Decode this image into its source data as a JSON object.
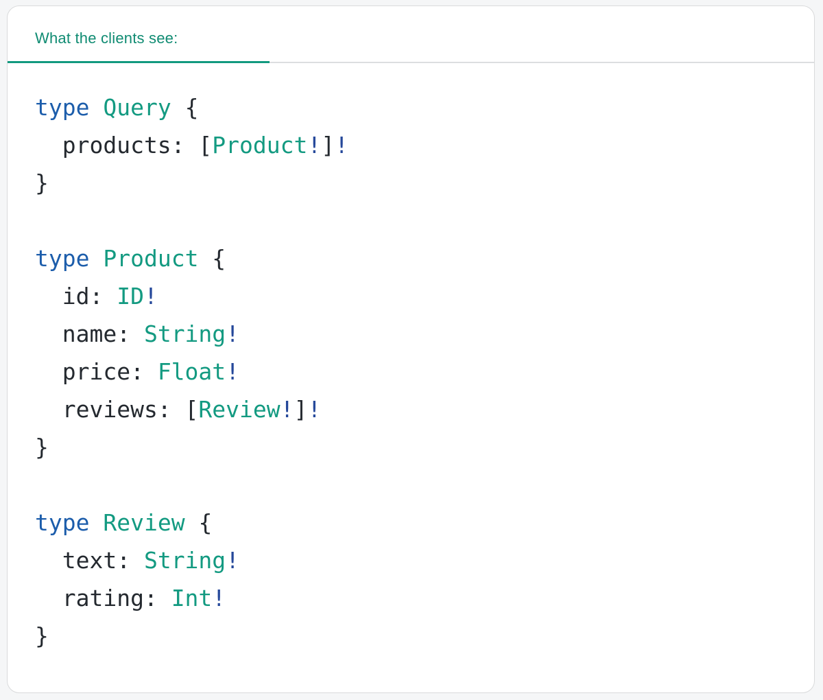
{
  "header": {
    "label": "What the clients see:"
  },
  "code": {
    "language": "graphql",
    "raw": "type Query {\n  products: [Product!]!\n}\n\ntype Product {\n  id: ID!\n  name: String!\n  price: Float!\n  reviews: [Review!]!\n}\n\ntype Review {\n  text: String!\n  rating: Int!\n}",
    "lines": [
      {
        "tokens": [
          {
            "type": "keyword",
            "text": "type"
          },
          {
            "type": "plain",
            "text": " "
          },
          {
            "type": "typename",
            "text": "Query"
          },
          {
            "type": "plain",
            "text": " {"
          }
        ]
      },
      {
        "tokens": [
          {
            "type": "plain",
            "text": "  products: ["
          },
          {
            "type": "typename",
            "text": "Product"
          },
          {
            "type": "operator",
            "text": "!"
          },
          {
            "type": "plain",
            "text": "]"
          },
          {
            "type": "operator",
            "text": "!"
          }
        ]
      },
      {
        "tokens": [
          {
            "type": "plain",
            "text": "}"
          }
        ]
      },
      {
        "tokens": []
      },
      {
        "tokens": [
          {
            "type": "keyword",
            "text": "type"
          },
          {
            "type": "plain",
            "text": " "
          },
          {
            "type": "typename",
            "text": "Product"
          },
          {
            "type": "plain",
            "text": " {"
          }
        ]
      },
      {
        "tokens": [
          {
            "type": "plain",
            "text": "  id: "
          },
          {
            "type": "typename",
            "text": "ID"
          },
          {
            "type": "operator",
            "text": "!"
          }
        ]
      },
      {
        "tokens": [
          {
            "type": "plain",
            "text": "  name: "
          },
          {
            "type": "typename",
            "text": "String"
          },
          {
            "type": "operator",
            "text": "!"
          }
        ]
      },
      {
        "tokens": [
          {
            "type": "plain",
            "text": "  price: "
          },
          {
            "type": "typename",
            "text": "Float"
          },
          {
            "type": "operator",
            "text": "!"
          }
        ]
      },
      {
        "tokens": [
          {
            "type": "plain",
            "text": "  reviews: ["
          },
          {
            "type": "typename",
            "text": "Review"
          },
          {
            "type": "operator",
            "text": "!"
          },
          {
            "type": "plain",
            "text": "]"
          },
          {
            "type": "operator",
            "text": "!"
          }
        ]
      },
      {
        "tokens": [
          {
            "type": "plain",
            "text": "}"
          }
        ]
      },
      {
        "tokens": []
      },
      {
        "tokens": [
          {
            "type": "keyword",
            "text": "type"
          },
          {
            "type": "plain",
            "text": " "
          },
          {
            "type": "typename",
            "text": "Review"
          },
          {
            "type": "plain",
            "text": " {"
          }
        ]
      },
      {
        "tokens": [
          {
            "type": "plain",
            "text": "  text: "
          },
          {
            "type": "typename",
            "text": "String"
          },
          {
            "type": "operator",
            "text": "!"
          }
        ]
      },
      {
        "tokens": [
          {
            "type": "plain",
            "text": "  rating: "
          },
          {
            "type": "typename",
            "text": "Int"
          },
          {
            "type": "operator",
            "text": "!"
          }
        ]
      },
      {
        "tokens": [
          {
            "type": "plain",
            "text": "}"
          }
        ]
      }
    ]
  },
  "colors": {
    "header": "#0f8b72",
    "accent_underline": "#12997f",
    "divider": "#dcdee0",
    "border": "#d9dadb",
    "plain": "#24292f",
    "keyword": "#1c5dab",
    "typename": "#139a81",
    "operator": "#25489a"
  }
}
